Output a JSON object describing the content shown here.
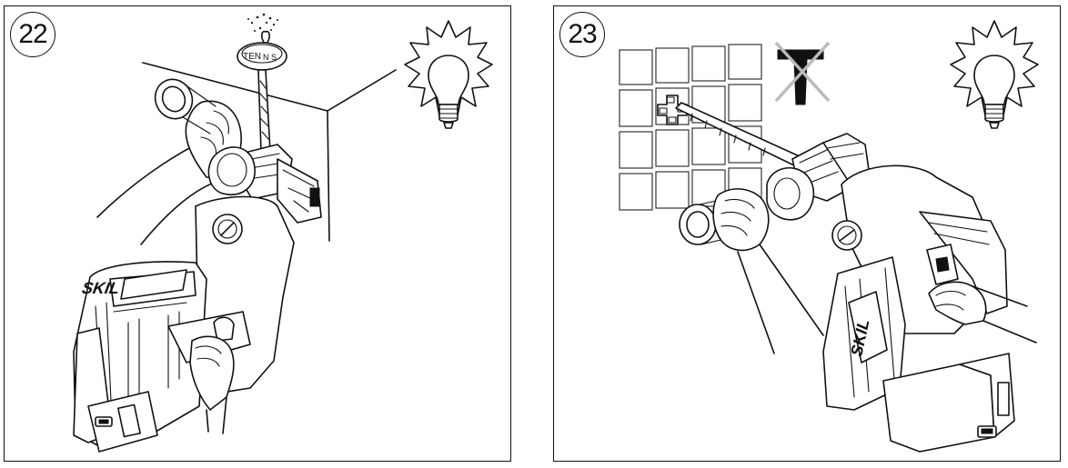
{
  "panels": [
    {
      "step": "22",
      "magnet_label": "TEN",
      "magnet_poles": "N S",
      "brand": "SKIL"
    },
    {
      "step": "23",
      "brand": "SKIL"
    }
  ],
  "icons": {
    "light": "lightbulb-icon",
    "no_hammer": "crossed-out-hammer-icon",
    "magnet": "magnetic-dust-collector-icon"
  },
  "colors": {
    "line": "#111111",
    "background": "#ffffff"
  }
}
